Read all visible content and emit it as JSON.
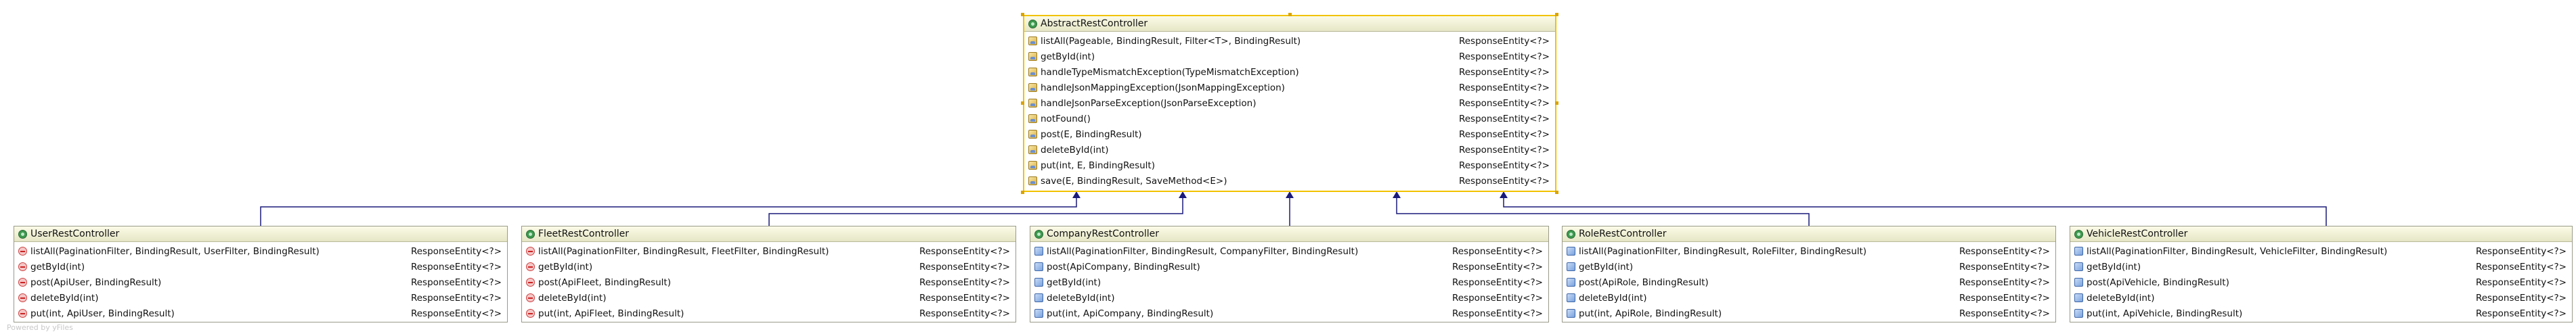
{
  "diagram": {
    "parent": {
      "name": "AbstractRestController",
      "members": [
        {
          "name": "listAll(Pageable, BindingResult, Filter<T>, BindingResult)",
          "returns": "ResponseEntity<?>",
          "visibility": "protected"
        },
        {
          "name": "getById(int)",
          "returns": "ResponseEntity<?>",
          "visibility": "protected"
        },
        {
          "name": "handleTypeMismatchException(TypeMismatchException)",
          "returns": "ResponseEntity<?>",
          "visibility": "protected"
        },
        {
          "name": "handleJsonMappingException(JsonMappingException)",
          "returns": "ResponseEntity<?>",
          "visibility": "protected"
        },
        {
          "name": "handleJsonParseException(JsonParseException)",
          "returns": "ResponseEntity<?>",
          "visibility": "protected"
        },
        {
          "name": "notFound()",
          "returns": "ResponseEntity<?>",
          "visibility": "protected"
        },
        {
          "name": "post(E, BindingResult)",
          "returns": "ResponseEntity<?>",
          "visibility": "protected"
        },
        {
          "name": "deleteById(int)",
          "returns": "ResponseEntity<?>",
          "visibility": "protected"
        },
        {
          "name": "put(int, E, BindingResult)",
          "returns": "ResponseEntity<?>",
          "visibility": "protected"
        },
        {
          "name": "save(E, BindingResult, SaveMethod<E>)",
          "returns": "ResponseEntity<?>",
          "visibility": "protected"
        }
      ]
    },
    "children": [
      {
        "name": "UserRestController",
        "members": [
          {
            "name": "listAll(PaginationFilter, BindingResult, UserFilter, BindingResult)",
            "returns": "ResponseEntity<?>",
            "visibility": "private"
          },
          {
            "name": "getById(int)",
            "returns": "ResponseEntity<?>",
            "visibility": "private"
          },
          {
            "name": "post(ApiUser, BindingResult)",
            "returns": "ResponseEntity<?>",
            "visibility": "private"
          },
          {
            "name": "deleteById(int)",
            "returns": "ResponseEntity<?>",
            "visibility": "private"
          },
          {
            "name": "put(int, ApiUser, BindingResult)",
            "returns": "ResponseEntity<?>",
            "visibility": "private"
          }
        ]
      },
      {
        "name": "FleetRestController",
        "members": [
          {
            "name": "listAll(PaginationFilter, BindingResult, FleetFilter, BindingResult)",
            "returns": "ResponseEntity<?>",
            "visibility": "private"
          },
          {
            "name": "getById(int)",
            "returns": "ResponseEntity<?>",
            "visibility": "private"
          },
          {
            "name": "post(ApiFleet, BindingResult)",
            "returns": "ResponseEntity<?>",
            "visibility": "private"
          },
          {
            "name": "deleteById(int)",
            "returns": "ResponseEntity<?>",
            "visibility": "private"
          },
          {
            "name": "put(int, ApiFleet, BindingResult)",
            "returns": "ResponseEntity<?>",
            "visibility": "private"
          }
        ]
      },
      {
        "name": "CompanyRestController",
        "members": [
          {
            "name": "listAll(PaginationFilter, BindingResult, CompanyFilter, BindingResult)",
            "returns": "ResponseEntity<?>",
            "visibility": "public"
          },
          {
            "name": "post(ApiCompany, BindingResult)",
            "returns": "ResponseEntity<?>",
            "visibility": "public"
          },
          {
            "name": "getById(int)",
            "returns": "ResponseEntity<?>",
            "visibility": "public"
          },
          {
            "name": "deleteById(int)",
            "returns": "ResponseEntity<?>",
            "visibility": "public"
          },
          {
            "name": "put(int, ApiCompany, BindingResult)",
            "returns": "ResponseEntity<?>",
            "visibility": "public"
          }
        ]
      },
      {
        "name": "RoleRestController",
        "members": [
          {
            "name": "listAll(PaginationFilter, BindingResult, RoleFilter, BindingResult)",
            "returns": "ResponseEntity<?>",
            "visibility": "public"
          },
          {
            "name": "getById(int)",
            "returns": "ResponseEntity<?>",
            "visibility": "public"
          },
          {
            "name": "post(ApiRole, BindingResult)",
            "returns": "ResponseEntity<?>",
            "visibility": "public"
          },
          {
            "name": "deleteById(int)",
            "returns": "ResponseEntity<?>",
            "visibility": "public"
          },
          {
            "name": "put(int, ApiRole, BindingResult)",
            "returns": "ResponseEntity<?>",
            "visibility": "public"
          }
        ]
      },
      {
        "name": "VehicleRestController",
        "members": [
          {
            "name": "listAll(PaginationFilter, BindingResult, VehicleFilter, BindingResult)",
            "returns": "ResponseEntity<?>",
            "visibility": "public"
          },
          {
            "name": "getById(int)",
            "returns": "ResponseEntity<?>",
            "visibility": "public"
          },
          {
            "name": "post(ApiVehicle, BindingResult)",
            "returns": "ResponseEntity<?>",
            "visibility": "public"
          },
          {
            "name": "deleteById(int)",
            "returns": "ResponseEntity<?>",
            "visibility": "public"
          },
          {
            "name": "put(int, ApiVehicle, BindingResult)",
            "returns": "ResponseEntity<?>",
            "visibility": "public"
          }
        ]
      }
    ],
    "watermark": "Powered by yFiles",
    "colors": {
      "arrow": "#1a1a7a",
      "selection": "#f2c200",
      "class_icon": "#3d9a4f"
    }
  }
}
